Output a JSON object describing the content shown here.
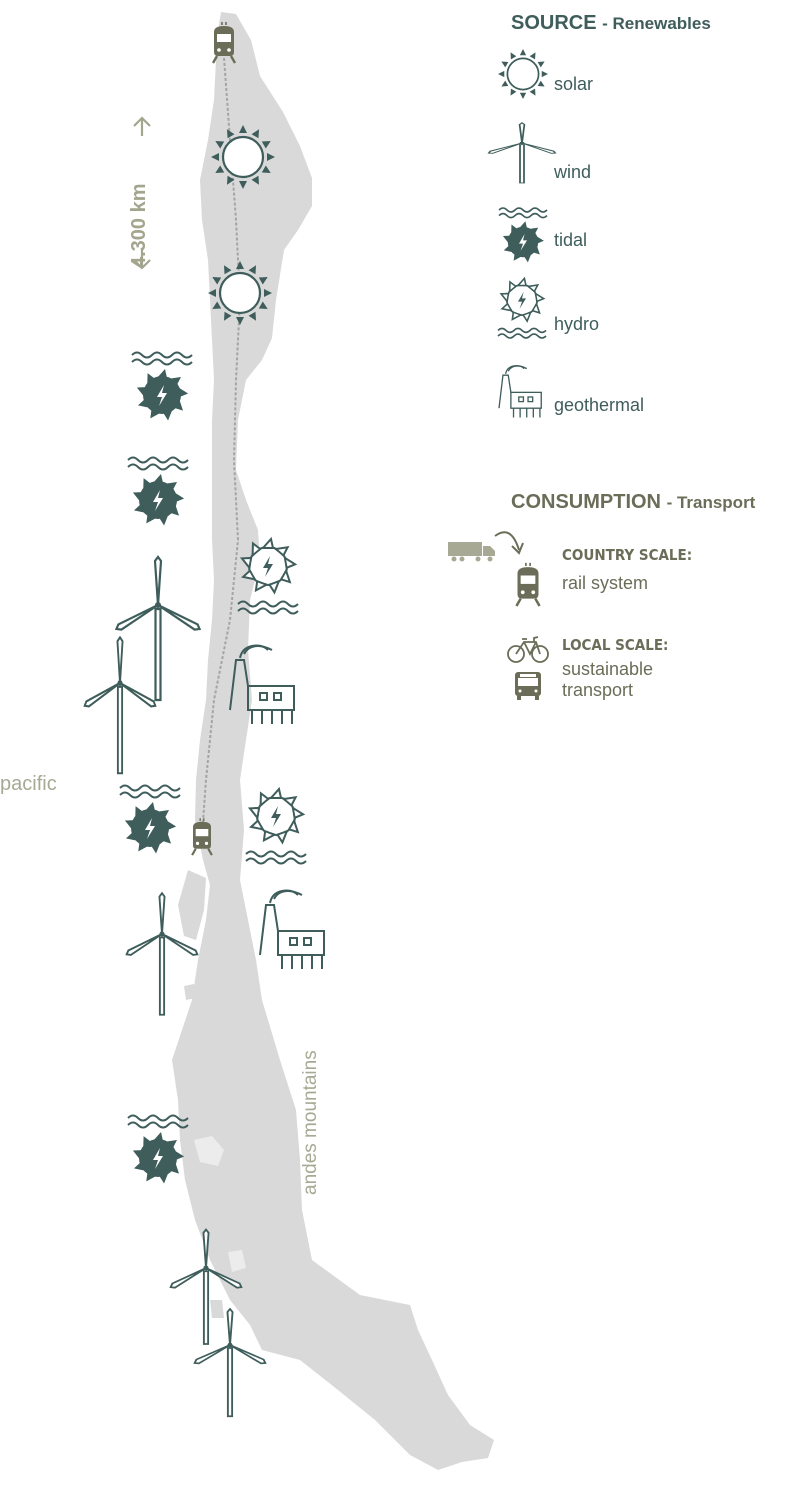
{
  "colors": {
    "land": "#d9d9d9",
    "land_light": "#ececec",
    "icon_teal": "#3e5d5b",
    "icon_olive": "#6b6d58",
    "label_olive": "#a8a994"
  },
  "legend": {
    "source_title": "SOURCE",
    "source_subtitle": "- Renewables",
    "source_items": [
      {
        "label": "solar",
        "icon": "sun-icon"
      },
      {
        "label": "wind",
        "icon": "wind-turbine-icon"
      },
      {
        "label": "tidal",
        "icon": "tidal-turbine-icon"
      },
      {
        "label": "hydro",
        "icon": "hydro-turbine-icon"
      },
      {
        "label": "geothermal",
        "icon": "geothermal-plant-icon"
      }
    ],
    "consumption_title": "CONSUMPTION",
    "consumption_subtitle": "- Transport",
    "country_scale_heading": "COUNTRY SCALE:",
    "country_scale_text": "rail system",
    "local_scale_heading": "LOCAL SCALE:",
    "local_scale_line1": "sustainable",
    "local_scale_line2": "transport"
  },
  "map": {
    "distance_label": "4.300 km",
    "ocean_label": "pacific",
    "mountain_label": "andes mountains"
  }
}
